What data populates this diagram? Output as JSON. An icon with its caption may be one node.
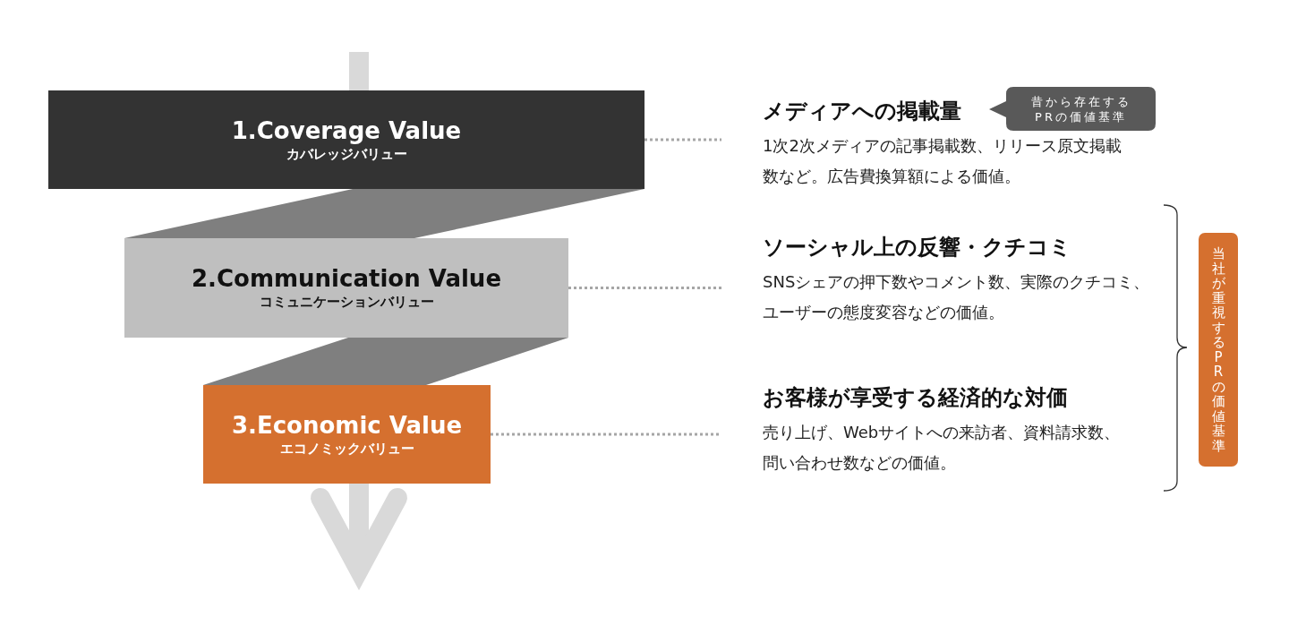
{
  "diagram": {
    "nodes": [
      {
        "text": [
          "1.Coverage Value",
          "カバレッジバリュー"
        ]
      },
      {
        "text": [],
        "shape": "band"
      },
      {
        "text": [
          "2.Communication Value",
          "コミュニケーションバリュー"
        ]
      },
      {
        "text": [],
        "shape": "band"
      },
      {
        "text": [
          "3.Economic Value",
          "エコノミックバリュー"
        ]
      },
      {
        "text": [
          "メディアへの掲載量",
          "1次2次メディアの記事掲載数、リリース原文掲載数など。広告費換算額による価値。"
        ]
      },
      {
        "text": [
          "昔から存在するPRの価値基準"
        ]
      },
      {
        "text": [
          "ソーシャル上の反響・クチコミ",
          "SNSシェアの押下数やコメント数、実際のクチコミ、ユーザーの態度変容などの価値。"
        ]
      },
      {
        "text": [
          "お客様が享受する経済的な対価",
          "売り上げ、Webサイトへの来訪者、資料請求数、問い合わせ数などの価値。"
        ]
      },
      {
        "text": [
          "当社が重視するPRの価値基準"
        ]
      }
    ],
    "edges": [
      {
        "from": 0,
        "to": 5,
        "arrow": "none",
        "style": "dashed"
      },
      {
        "from": 2,
        "to": 7,
        "arrow": "none",
        "style": "dashed"
      },
      {
        "from": 4,
        "to": 8,
        "arrow": "none",
        "style": "dashed"
      }
    ]
  }
}
